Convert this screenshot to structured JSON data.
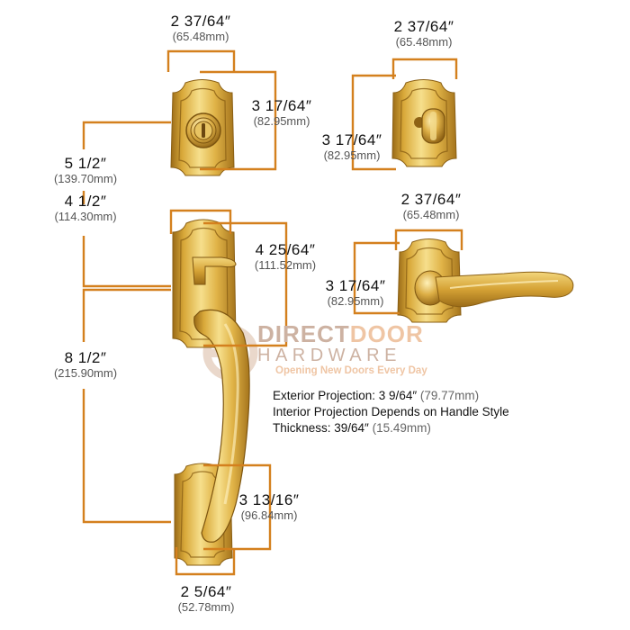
{
  "dimensions": {
    "deadbolt_width": {
      "fraction": "2 37/64″",
      "mm": "(65.48mm)"
    },
    "deadbolt_height": {
      "fraction": "3 17/64″",
      "mm": "(82.95mm)"
    },
    "interior_width": {
      "fraction": "2 37/64″",
      "mm": "(65.48mm)"
    },
    "interior_height": {
      "fraction": "3 17/64″",
      "mm": "(82.95mm)"
    },
    "spacing_upper": {
      "fraction": "5 1/2″",
      "mm": "(139.70mm)"
    },
    "spacing_middle": {
      "fraction": "4 1/2″",
      "mm": "(114.30mm)"
    },
    "handleset_top_height": {
      "fraction": "4 25/64″",
      "mm": "(111.52mm)"
    },
    "lever_width": {
      "fraction": "2 37/64″",
      "mm": "(65.48mm)"
    },
    "lever_height": {
      "fraction": "3 17/64″",
      "mm": "(82.95mm)"
    },
    "spacing_lower": {
      "fraction": "8 1/2″",
      "mm": "(215.90mm)"
    },
    "handleset_bottom_height": {
      "fraction": "3 13/16″",
      "mm": "(96.84mm)"
    },
    "handleset_bottom_width": {
      "fraction": "2 5/64″",
      "mm": "(52.78mm)"
    }
  },
  "specs": [
    {
      "label": "Exterior Projection: 3 9/64″",
      "mm": "(79.77mm)"
    },
    {
      "label": "Interior Projection Depends on Handle Style",
      "mm": ""
    },
    {
      "label": "Thickness: 39/64″",
      "mm": "(15.49mm)"
    }
  ],
  "watermark": {
    "line1_a": "DIRECT",
    "line1_b": "DOOR",
    "line2": "HARDWARE",
    "tagline": "Opening New Doors Every Day"
  },
  "colors": {
    "dimension_line": "#d4801e",
    "brass_light": "#f6df8c",
    "brass_mid": "#d9a93a",
    "brass_dark": "#9a6b17",
    "watermark": "#e7c8b5"
  },
  "icons": [
    "deadbolt-icon",
    "interior-thumbturn-icon",
    "lever-icon",
    "handleset-icon",
    "direct-door-logo-icon"
  ]
}
